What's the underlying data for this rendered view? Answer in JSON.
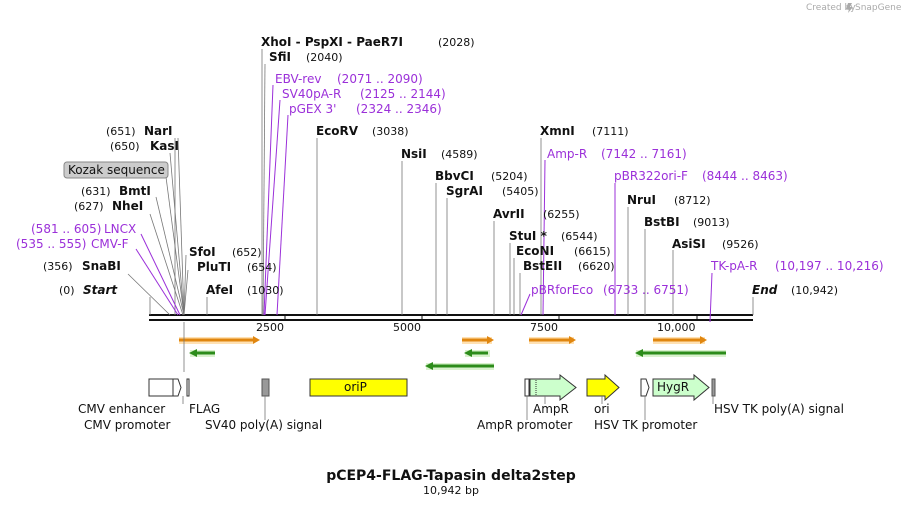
{
  "credit": {
    "prefix": "Created by",
    "brand": "SnapGene"
  },
  "map": {
    "title": "pCEP4-FLAG-Tapasin delta2step",
    "length_label": "10,942 bp",
    "total_bp": 10942,
    "ticks": [
      "2500",
      "5000",
      "7500",
      "10,000"
    ]
  },
  "enzymes": [
    {
      "name": "XhoI - PspXI - PaeR7I",
      "pos": "(2028)"
    },
    {
      "name": "SfiI",
      "pos": "(2040)"
    },
    {
      "name": "EcoRV",
      "pos": "(3038)"
    },
    {
      "name": "NsiI",
      "pos": "(4589)"
    },
    {
      "name": "BbvCI",
      "pos": "(5204)"
    },
    {
      "name": "SgrAI",
      "pos": "(5405)"
    },
    {
      "name": "AvrII",
      "pos": "(6255)"
    },
    {
      "name": "StuI *",
      "pos": "(6544)"
    },
    {
      "name": "EcoNI",
      "pos": "(6615)"
    },
    {
      "name": "BstEII",
      "pos": "(6620)"
    },
    {
      "name": "XmnI",
      "pos": "(7111)"
    },
    {
      "name": "NruI",
      "pos": "(8712)"
    },
    {
      "name": "BstBI",
      "pos": "(9013)"
    },
    {
      "name": "AsiSI",
      "pos": "(9526)"
    },
    {
      "name": "NarI",
      "pos": "(651)"
    },
    {
      "name": "KasI",
      "pos": "(650)"
    },
    {
      "name": "BmtI",
      "pos": "(631)"
    },
    {
      "name": "NheI",
      "pos": "(627)"
    },
    {
      "name": "SnaBI",
      "pos": "(356)"
    },
    {
      "name": "Start",
      "pos": "(0)"
    },
    {
      "name": "SfoI",
      "pos": "(652)"
    },
    {
      "name": "PluTI",
      "pos": "(654)"
    },
    {
      "name": "AfeI",
      "pos": "(1030)"
    },
    {
      "name": "End",
      "pos": "(10,942)"
    }
  ],
  "primers": [
    {
      "name": "EBV-rev",
      "range": "(2071 .. 2090)"
    },
    {
      "name": "SV40pA-R",
      "range": "(2125 .. 2144)"
    },
    {
      "name": "pGEX 3'",
      "range": "(2324 .. 2346)"
    },
    {
      "name": "Amp-R",
      "range": "(7142 .. 7161)"
    },
    {
      "name": "pBR322ori-F",
      "range": "(8444 .. 8463)"
    },
    {
      "name": "pBRforEco",
      "range": "(6733 .. 6751)"
    },
    {
      "name": "TK-pA-R",
      "range": "(10,197 .. 10,216)"
    },
    {
      "name": "LNCX",
      "range": "(581 .. 605)"
    },
    {
      "name": "CMV-F",
      "range": "(535 .. 555)"
    }
  ],
  "features": {
    "kozak": "Kozak sequence",
    "ori_p": "oriP",
    "hygr": "HygR",
    "labels": [
      "CMV enhancer",
      "CMV promoter",
      "FLAG",
      "SV40 poly(A) signal",
      "AmpR",
      "AmpR promoter",
      "ori",
      "HSV TK promoter",
      "HSV TK poly(A) signal"
    ]
  },
  "colors": {
    "orf_orange": "#e0860f",
    "orf_green": "#2c8c1a",
    "orip_fill": "#ffff00",
    "ori_fill": "#ffff00",
    "resistance_fill": "#ccffcc",
    "primer_text": "#9b30d9",
    "signal_fill": "#999999"
  }
}
